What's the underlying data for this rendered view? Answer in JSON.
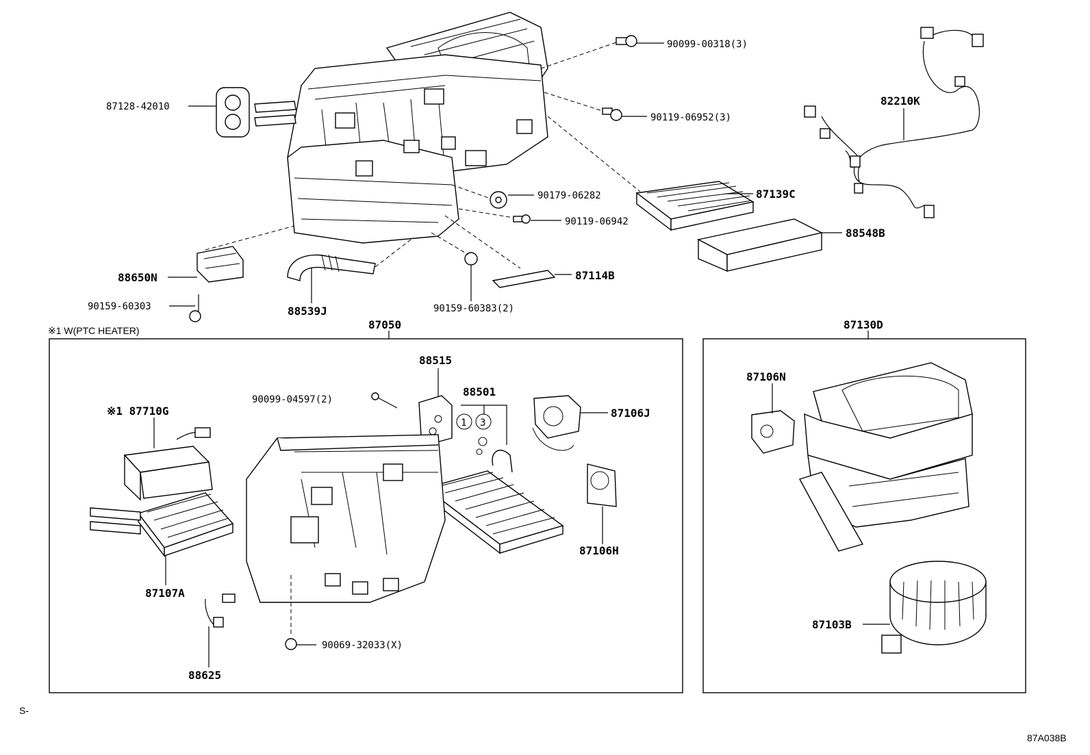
{
  "diagram": {
    "labels": {
      "p87128": "87128-42010",
      "p90099_00318": "90099-00318(3)",
      "p90119_06952": "90119-06952(3)",
      "p82210K": "82210K",
      "p87139C": "87139C",
      "p90179": "90179-06282",
      "p90119_06942": "90119-06942",
      "p88548B": "88548B",
      "p88650N": "88650N",
      "p90159_60303": "90159-60303",
      "p88539J": "88539J",
      "p90159_60383": "90159-60383(2)",
      "p87114B": "87114B",
      "p87050": "87050",
      "p87130D": "87130D",
      "note_ptc": "※1 W(PTC HEATER)",
      "p88515": "88515",
      "p90099_04597": "90099-04597(2)",
      "p88501": "88501",
      "circle1": "1",
      "circle3": "3",
      "p87106J": "87106J",
      "p87710G": "※1 87710G",
      "p87106H": "87106H",
      "p87107A": "87107A",
      "p88625": "88625",
      "p90069": "90069-32033(X)",
      "p87106N": "87106N",
      "p87103B": "87103B",
      "corner_s": "S-",
      "drawing_id": "87A038B"
    }
  }
}
